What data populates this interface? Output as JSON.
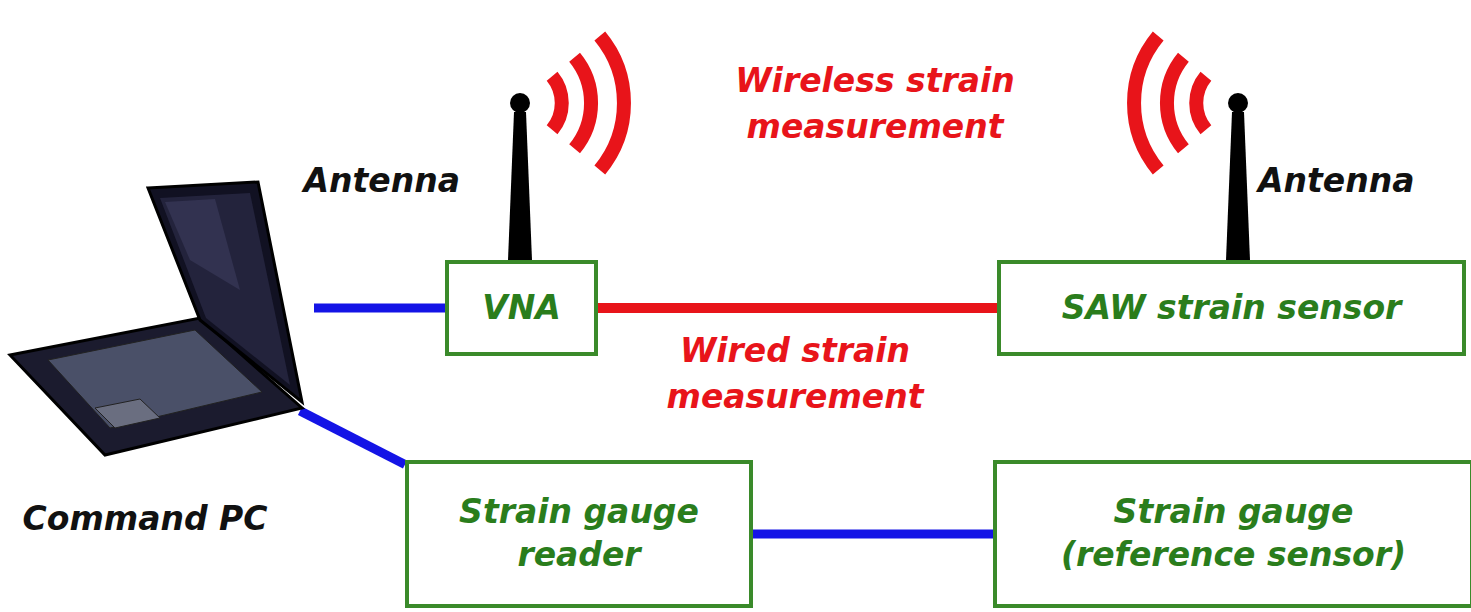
{
  "diagram": {
    "nodes": [
      {
        "text": [
          "Command PC"
        ]
      },
      {
        "text": [
          "VNA"
        ]
      },
      {
        "text": [
          "SAW strain sensor"
        ]
      },
      {
        "text": [
          "Strain gauge reader"
        ]
      },
      {
        "text": [
          "Strain gauge (reference sensor)"
        ]
      }
    ],
    "edges": [
      {
        "from": 0,
        "to": 1,
        "arrow": "none"
      },
      {
        "from": 1,
        "to": 2,
        "label": "Wired strain measurement",
        "arrow": "none"
      },
      {
        "from": 0,
        "to": 3,
        "arrow": "none"
      },
      {
        "from": 3,
        "to": 4,
        "arrow": "none"
      }
    ],
    "labels": [
      "Antenna",
      "Wireless strain measurement",
      "Antenna"
    ]
  }
}
